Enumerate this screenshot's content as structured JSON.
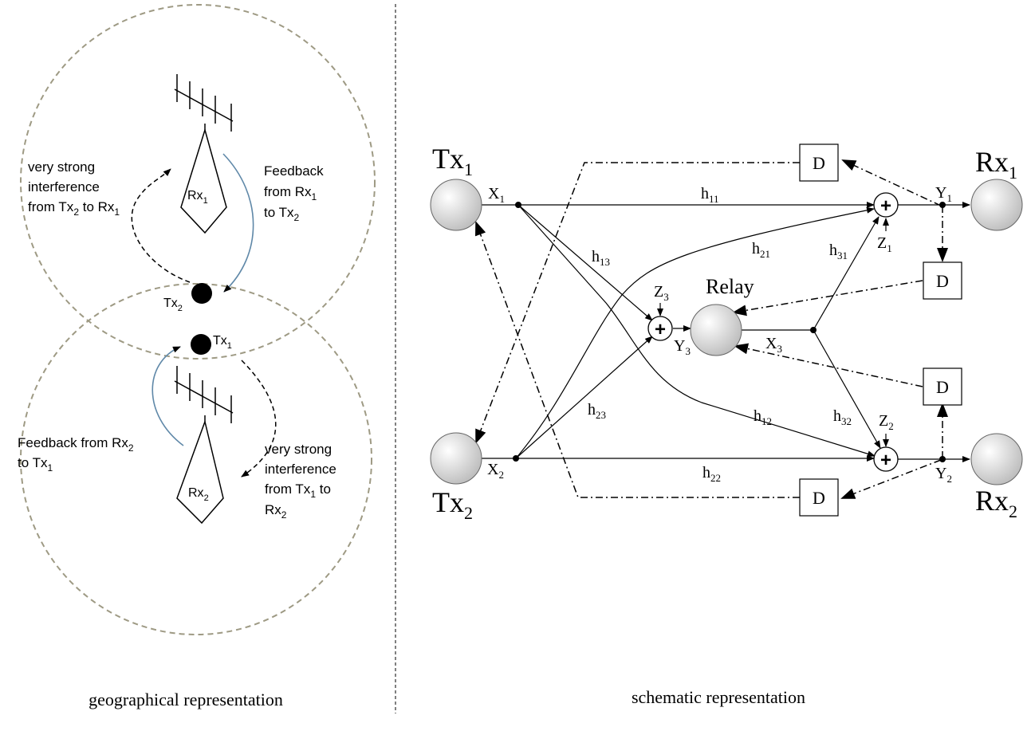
{
  "captions": {
    "left": "geographical representation",
    "right": "schematic representation"
  },
  "geographical": {
    "rx1_label": "Rx",
    "rx1_sub": "1",
    "rx2_label": "Rx",
    "rx2_sub": "2",
    "tx1_label": "Tx",
    "tx1_sub": "1",
    "tx2_label": "Tx",
    "tx2_sub": "2",
    "interference_top": {
      "line1": "very strong",
      "line2": "interference",
      "line3_a": "from Tx",
      "line3_sub1": "2",
      "line3_b": " to Rx",
      "line3_sub2": "1"
    },
    "feedback_top": {
      "line1": "Feedback",
      "line2_a": "from Rx",
      "line2_sub": "1",
      "line3_a": "to Tx",
      "line3_sub": "2"
    },
    "feedback_bottom": {
      "line1_a": "Feedback from Rx",
      "line1_sub": "2",
      "line2_a": "to Tx",
      "line2_sub": "1"
    },
    "interference_bottom": {
      "line1": "very strong",
      "line2": "interference",
      "line3_a": "from Tx",
      "line3_sub": "1",
      "line3_b": " to",
      "line4_a": "Rx",
      "line4_sub": "2"
    }
  },
  "schematic": {
    "tx1": {
      "base": "Tx",
      "sub": "1"
    },
    "tx2": {
      "base": "Tx",
      "sub": "2"
    },
    "rx1": {
      "base": "Rx",
      "sub": "1"
    },
    "rx2": {
      "base": "Rx",
      "sub": "2"
    },
    "relay": "Relay",
    "delay": "D",
    "plus": "+",
    "signals": {
      "x1": {
        "base": "X",
        "sub": "1"
      },
      "x2": {
        "base": "X",
        "sub": "2"
      },
      "x3": {
        "base": "X",
        "sub": "3"
      },
      "y1": {
        "base": "Y",
        "sub": "1"
      },
      "y2": {
        "base": "Y",
        "sub": "2"
      },
      "y3": {
        "base": "Y",
        "sub": "3"
      },
      "z1": {
        "base": "Z",
        "sub": "1"
      },
      "z2": {
        "base": "Z",
        "sub": "2"
      },
      "z3": {
        "base": "Z",
        "sub": "3"
      }
    },
    "channels": {
      "h11": {
        "base": "h",
        "sub": "11"
      },
      "h12": {
        "base": "h",
        "sub": "12"
      },
      "h13": {
        "base": "h",
        "sub": "13"
      },
      "h21": {
        "base": "h",
        "sub": "21"
      },
      "h22": {
        "base": "h",
        "sub": "22"
      },
      "h23": {
        "base": "h",
        "sub": "23"
      },
      "h31": {
        "base": "h",
        "sub": "31"
      },
      "h32": {
        "base": "h",
        "sub": "32"
      }
    }
  }
}
